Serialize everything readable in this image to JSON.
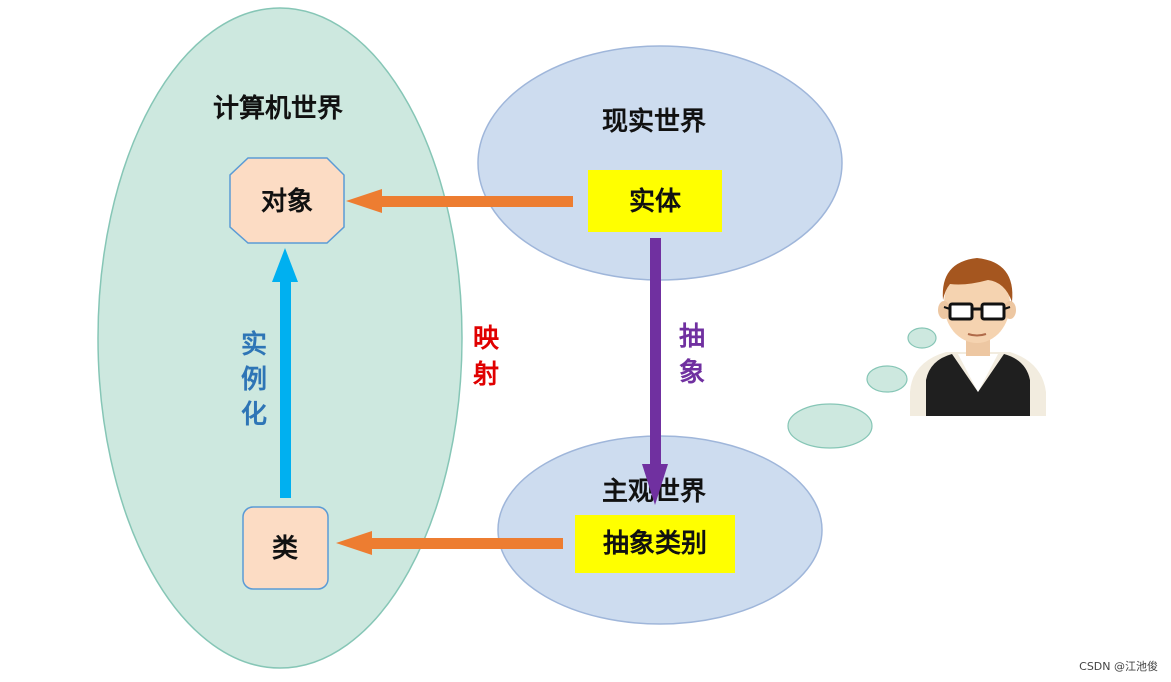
{
  "computer_world": {
    "title": "计算机世界",
    "object_label": "对象",
    "class_label": "类"
  },
  "real_world": {
    "title": "现实世界",
    "entity_label": "实体"
  },
  "subjective_world": {
    "title": "主观世界",
    "category_label": "抽象类别"
  },
  "labels": {
    "instantiate": [
      "实",
      "例",
      "化"
    ],
    "mapping": [
      "映",
      "射"
    ],
    "abstract": [
      "抽",
      "象"
    ]
  },
  "colors": {
    "computer_ellipse": "#cde8df",
    "world_ellipse": "#cddcef",
    "box_fill": "#fcdcc4",
    "highlight": "#ffff00",
    "orange_arrow": "#ed7d31",
    "blue_arrow": "#00b0f0",
    "purple_arrow": "#7030a0",
    "mapping_text": "#e00000",
    "instantiate_text": "#2e75b6"
  },
  "watermark": "CSDN @江池俊"
}
